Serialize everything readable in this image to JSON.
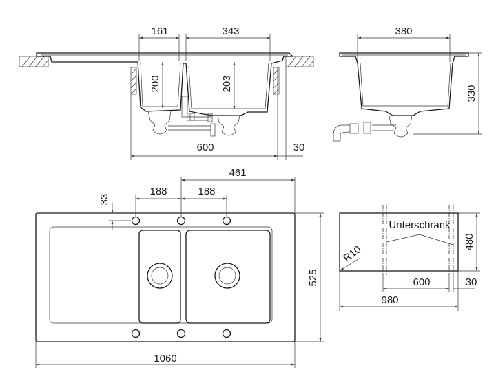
{
  "side_section": {
    "dim_left_bowl_width": "161",
    "dim_right_bowl_width": "343",
    "dim_left_bowl_depth": "200",
    "dim_right_bowl_depth": "203",
    "dim_cabinet": "600",
    "dim_wall": "30"
  },
  "end_section": {
    "dim_bowl_width": "380",
    "dim_height": "330"
  },
  "plan_view": {
    "dim_tap_offset": "33",
    "dim_tap_spacing_1": "188",
    "dim_tap_spacing_2": "188",
    "dim_center_to_edge": "461",
    "dim_depth": "525",
    "dim_length": "1060"
  },
  "cutout": {
    "label": "Unterschrank",
    "radius": "R10",
    "dim_depth": "480",
    "dim_cabinet": "600",
    "dim_wall": "30",
    "dim_length": "980"
  }
}
